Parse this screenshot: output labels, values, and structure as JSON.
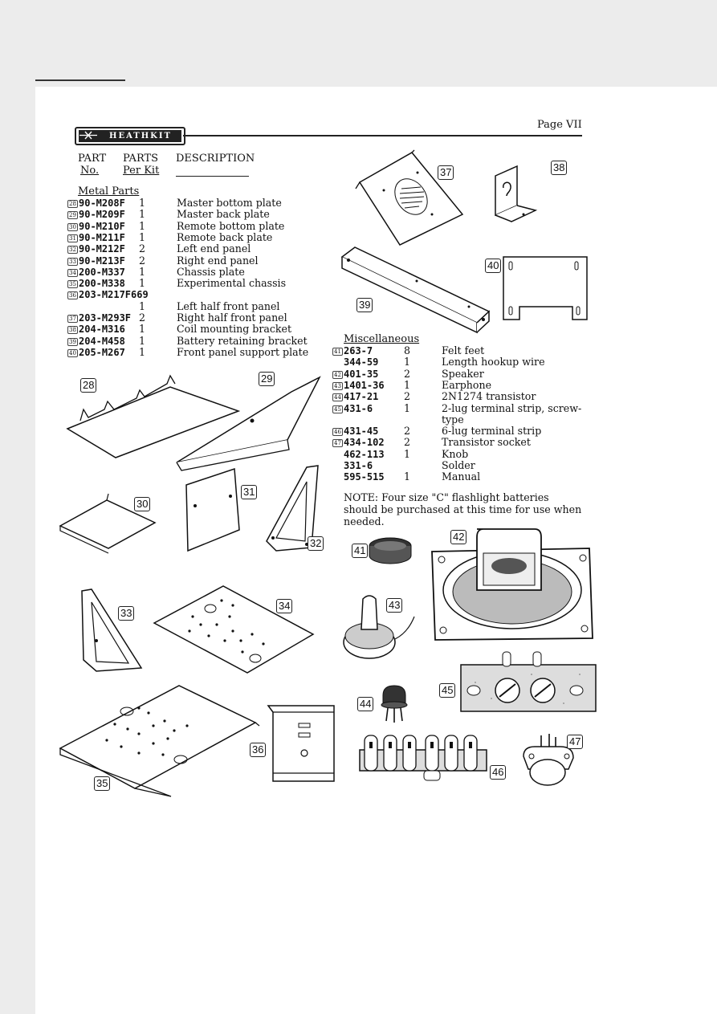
{
  "header": {
    "brand": "HEATHKIT",
    "page_label": "Page VII"
  },
  "columns": {
    "part": "PART",
    "no": "No.",
    "parts": "PARTS",
    "per_kit": "Per Kit",
    "description": "DESCRIPTION"
  },
  "metal_parts": {
    "heading": "Metal Parts",
    "items": [
      {
        "mark": "28",
        "part": "90-M208F",
        "qty": "1",
        "desc": "Master bottom plate"
      },
      {
        "mark": "29",
        "part": "90-M209F",
        "qty": "1",
        "desc": "Master back plate"
      },
      {
        "mark": "30",
        "part": "90-M210F",
        "qty": "1",
        "desc": "Remote bottom plate"
      },
      {
        "mark": "31",
        "part": "90-M211F",
        "qty": "1",
        "desc": "Remote back plate"
      },
      {
        "mark": "32",
        "part": "90-M212F",
        "qty": "2",
        "desc": "Left end panel"
      },
      {
        "mark": "33",
        "part": "90-M213F",
        "qty": "2",
        "desc": "Right end panel"
      },
      {
        "mark": "34",
        "part": "200-M337",
        "qty": "1",
        "desc": "Chassis plate"
      },
      {
        "mark": "35",
        "part": "200-M338",
        "qty": "1",
        "desc": "Experimental chassis"
      },
      {
        "mark": "36",
        "part": "203-M217F669",
        "qty": "",
        "desc": ""
      },
      {
        "mark": "",
        "part": "",
        "qty": "1",
        "desc": "Left half front panel"
      },
      {
        "mark": "37",
        "part": "203-M293F",
        "qty": "2",
        "desc": "Right half front panel"
      },
      {
        "mark": "38",
        "part": "204-M316",
        "qty": "1",
        "desc": "Coil mounting bracket"
      },
      {
        "mark": "39",
        "part": "204-M458",
        "qty": "1",
        "desc": "Battery retaining bracket"
      },
      {
        "mark": "40",
        "part": "205-M267",
        "qty": "1",
        "desc": "Front panel support plate"
      }
    ]
  },
  "miscellaneous": {
    "heading": "Miscellaneous",
    "items": [
      {
        "mark": "41",
        "part": "263-7",
        "qty": "8",
        "desc": "Felt feet"
      },
      {
        "mark": "",
        "part": "344-59",
        "qty": "1",
        "desc": "Length hookup wire"
      },
      {
        "mark": "42",
        "part": "401-35",
        "qty": "2",
        "desc": "Speaker"
      },
      {
        "mark": "43",
        "part": "1401-36",
        "qty": "1",
        "desc": "Earphone"
      },
      {
        "mark": "44",
        "part": "417-21",
        "qty": "2",
        "desc": "2N1274 transistor"
      },
      {
        "mark": "45",
        "part": "431-6",
        "qty": "1",
        "desc": "2-lug terminal strip, screw-"
      },
      {
        "mark": "",
        "part": "",
        "qty": "",
        "desc": "type"
      },
      {
        "mark": "46",
        "part": "431-45",
        "qty": "2",
        "desc": "6-lug terminal strip"
      },
      {
        "mark": "47",
        "part": "434-102",
        "qty": "2",
        "desc": "Transistor socket"
      },
      {
        "mark": "",
        "part": "462-113",
        "qty": "1",
        "desc": "Knob"
      },
      {
        "mark": "",
        "part": "331-6",
        "qty": "",
        "desc": "Solder"
      },
      {
        "mark": "",
        "part": "595-515",
        "qty": "1",
        "desc": "Manual"
      }
    ]
  },
  "note": "NOTE: Four size \"C\" flashlight batteries should be purchased at this time for use when needed.",
  "callouts": [
    "28",
    "29",
    "30",
    "31",
    "32",
    "33",
    "34",
    "35",
    "36",
    "37",
    "38",
    "39",
    "40",
    "41",
    "42",
    "43",
    "44",
    "45",
    "46",
    "47"
  ]
}
